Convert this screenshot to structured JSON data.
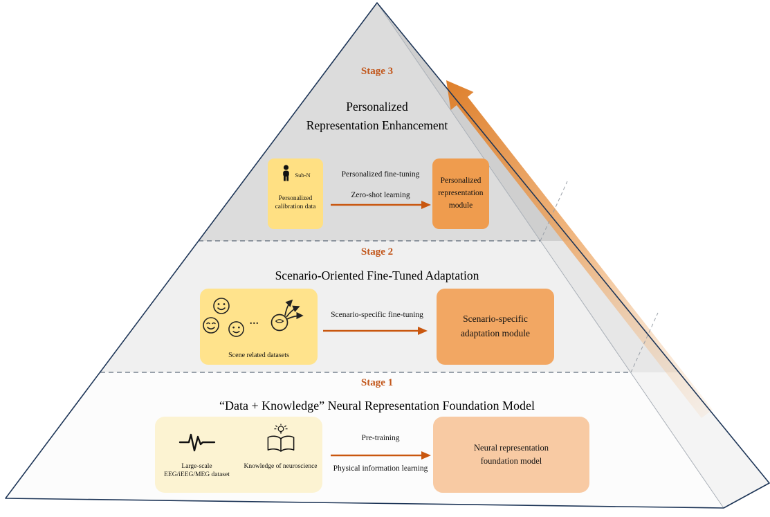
{
  "colors": {
    "stage_label": "#c2561a",
    "arrow": "#c9570f",
    "pyramid_outline": "#1d3557",
    "stage3_band": "#dcdcdc",
    "stage2_band": "#f0f0f0",
    "stage1_band": "#fcfcfc",
    "yellow_box": "#ffe083",
    "yellow_box_pale": "#fcf3d2",
    "orange_box_stage3": "#ef9c4e",
    "orange_box_stage2": "#f2a763",
    "orange_box_stage1": "#f8caa3"
  },
  "icons": {
    "person": "person-icon",
    "smiley": "smiley-face-icon",
    "decision_head": "decision-head-icon",
    "waveform": "waveform-icon",
    "book_bulb": "book-bulb-icon",
    "growth": "growth-arrow"
  },
  "stage3": {
    "label": "Stage 3",
    "title_lines": [
      "Personalized",
      "Representation  Enhancement"
    ],
    "input": {
      "icon_label": "Sub-N",
      "caption": "Personalized calibration data"
    },
    "arrow_labels": [
      "Personalized fine-tuning",
      "Zero-shot learning"
    ],
    "output": "Personalized representation module"
  },
  "stage2": {
    "label": "Stage 2",
    "title": "Scenario-Oriented Fine-Tuned Adaptation",
    "input": {
      "ellipsis": "...",
      "caption": "Scene related datasets"
    },
    "arrow_labels": [
      "Scenario-specific fine-tuning"
    ],
    "output": "Scenario-specific adaptation module"
  },
  "stage1": {
    "label": "Stage 1",
    "title": "“Data + Knowledge” Neural Representation Foundation Model",
    "input": {
      "captions": [
        "Large-scale EEG/iEEG/MEG dataset",
        "Knowledge of neuroscience"
      ]
    },
    "arrow_labels": [
      "Pre-training",
      "Physical information learning"
    ],
    "output": "Neural representation foundation model"
  }
}
